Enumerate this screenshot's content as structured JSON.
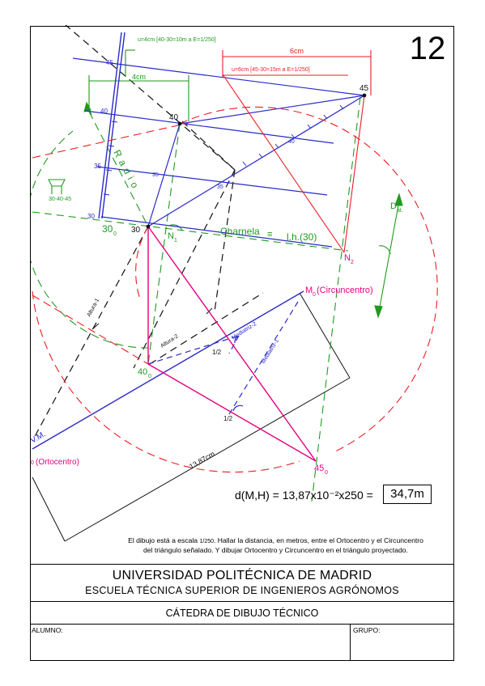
{
  "sheet_number": "12",
  "scale_notes": {
    "vertical": "u=4cm [40-30=10m a E=1/250]",
    "horizontal": "u=6cm [45-30=15m a E=1/250]",
    "six_cm": "6cm",
    "four_cm": "4cm"
  },
  "contour_labels": {
    "c45": "45",
    "c40": "40",
    "c35": "35",
    "c30": "30",
    "d40": "40",
    "d35": "35",
    "e35": "35",
    "p40": "40",
    "p30": "30",
    "p45": "45"
  },
  "plane_symbol_label": "30-40-45",
  "radio_label": "Radio",
  "hinge_label": "Charnela",
  "hinge_line": "l.h.(30)",
  "points": {
    "thirty_zero": "30",
    "thirty_zero_sub": "0",
    "n1": "N",
    "n1_sub": "1",
    "n2": "N",
    "n2_sub": "2",
    "forty_zero": "40",
    "forty_zero_sub": "0",
    "fortyfive_zero": "45",
    "fortyfive_zero_sub": "0",
    "m0": "M",
    "m0_sub": "0",
    "m0_text": "(Circuncentro)",
    "h0_sub": "0",
    "h0_text": "(Ortocentro)",
    "dat": "D",
    "dat_sub": "at."
  },
  "line_labels": {
    "altura1": "Altura-1",
    "altura2": "Altura-2",
    "mediatriz1": "Mediatriz-1",
    "mediatriz2": "Mediatriz-2",
    "vm": "V.M.",
    "half_a": "1/2",
    "half_b": "1/2",
    "distance": "13,87cm"
  },
  "result": {
    "formula": "d(M,H) = 13,87x10⁻²x250 =",
    "answer": "34,7m"
  },
  "statement": {
    "part1": "El dibujo está a escala ",
    "scale": "1/250",
    "part2": ". Hallar la distancia, en metros, entre el Ortocentro y el Circuncentro",
    "line2": "del triángulo señalado. Y dibujar Ortocentro y Circuncentro en el triángulo proyectado."
  },
  "title_block": {
    "university": "UNIVERSIDAD POLITÉCNICA DE MADRID",
    "school": "ESCUELA TÉCNICA SUPERIOR DE INGENIEROS AGRÓNOMOS",
    "department": "CÁTEDRA DE DIBUJO TÉCNICO",
    "student_label": "ALUMNO:",
    "group_label": "GRUPO:"
  },
  "colors": {
    "blue": "#2a2ac8",
    "red": "#ee1c24",
    "green": "#1f9a1f",
    "magenta": "#e6007e",
    "black": "#111111"
  }
}
